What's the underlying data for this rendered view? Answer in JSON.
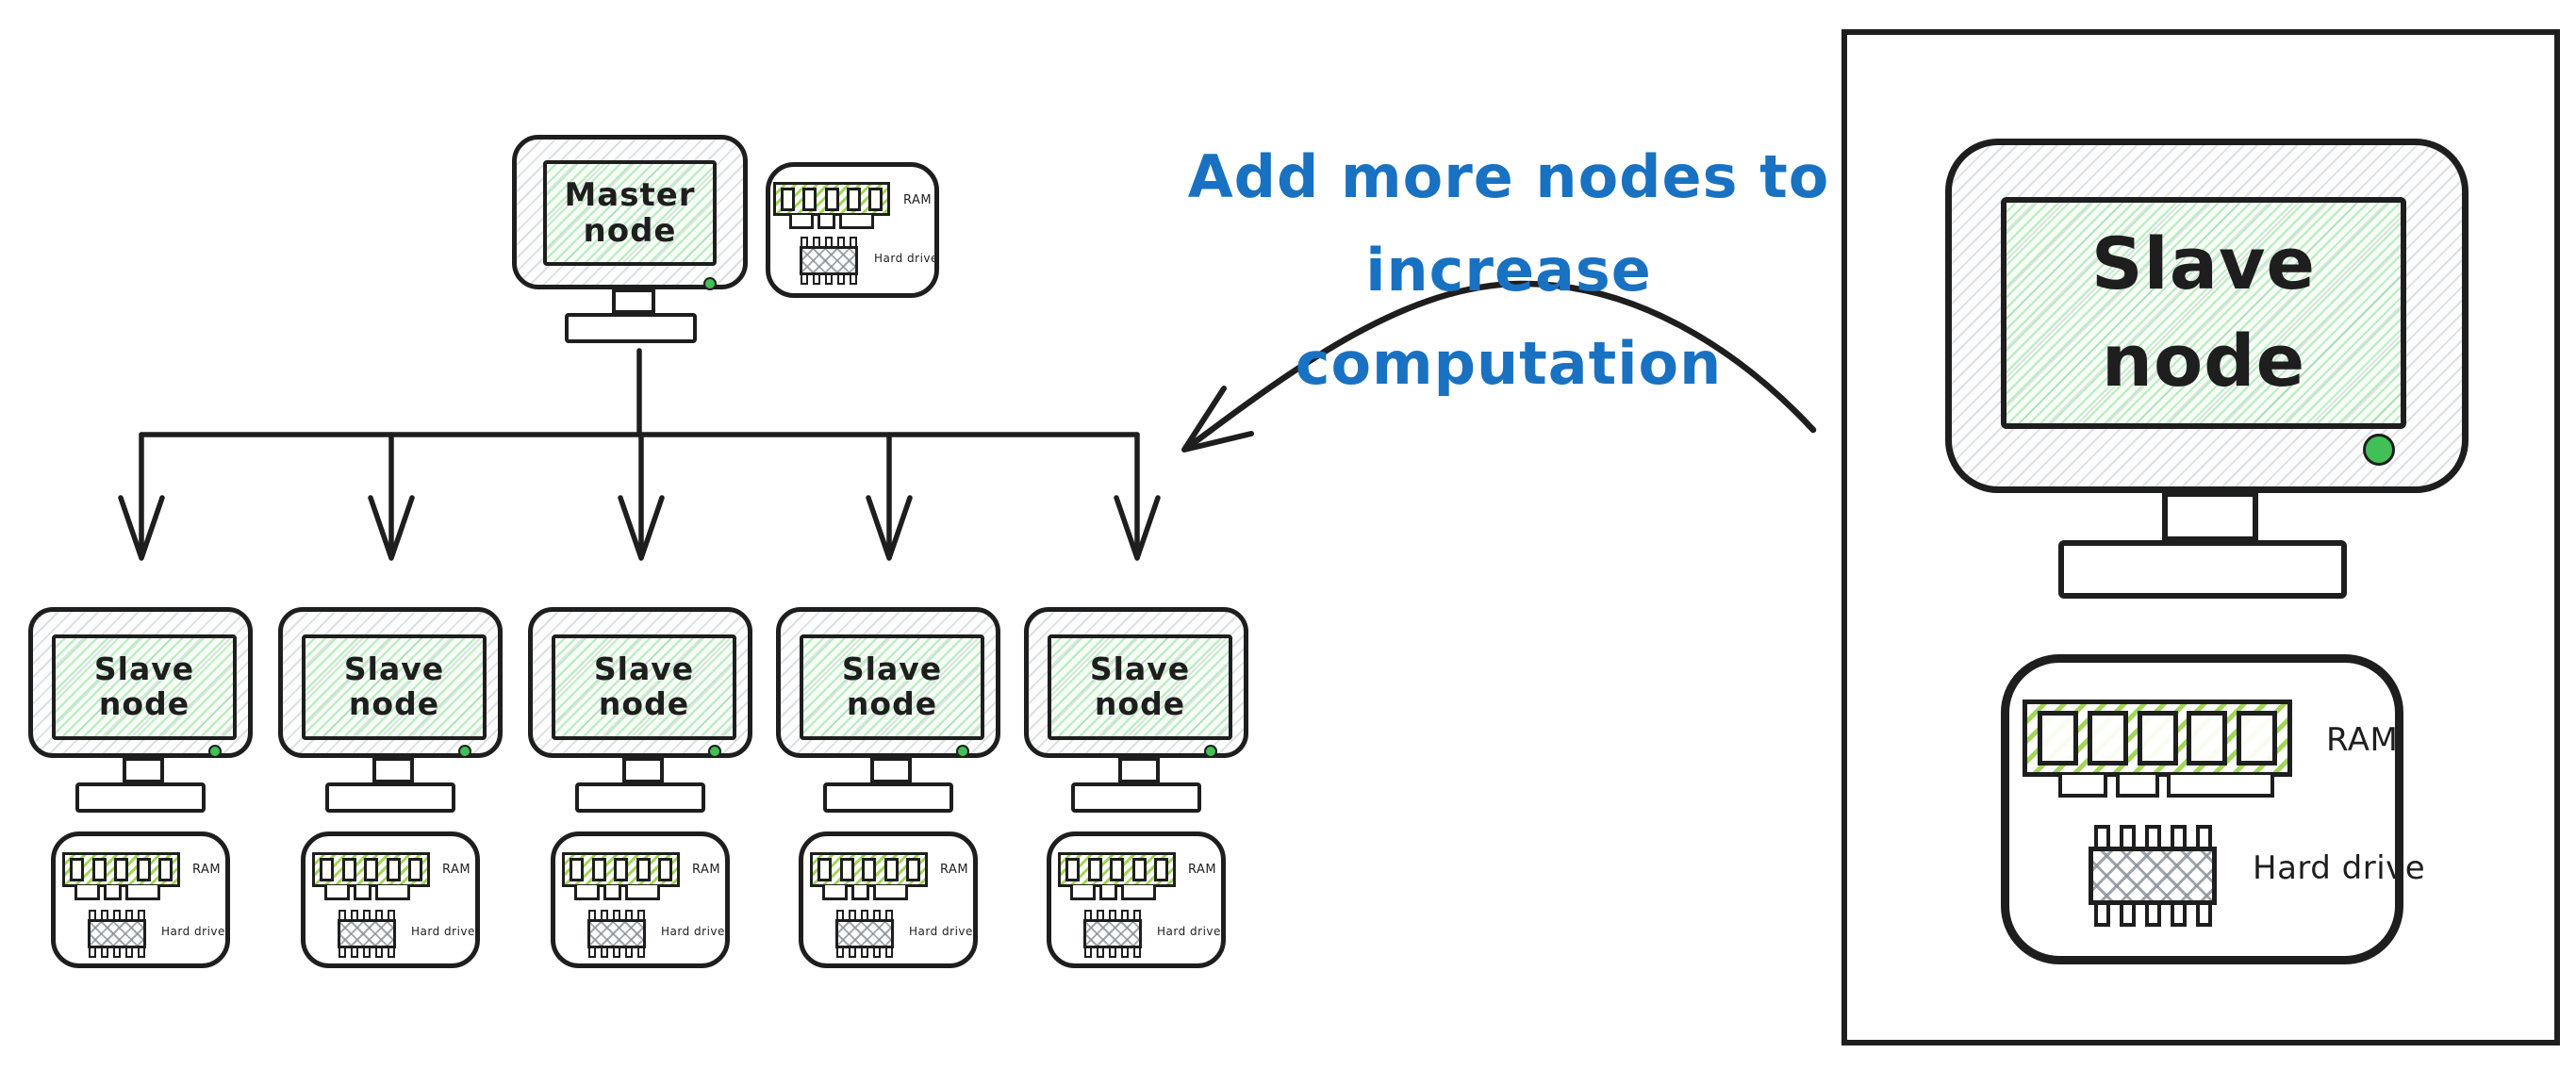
{
  "diagram": {
    "annotation": {
      "line1": "Add more nodes to",
      "line2": "increase computation"
    },
    "master": {
      "label": "Master node",
      "ram_label": "RAM",
      "hard_drive_label": "Hard drive"
    },
    "slaves": [
      {
        "label": "Slave node",
        "ram_label": "RAM",
        "hard_drive_label": "Hard drive"
      },
      {
        "label": "Slave node",
        "ram_label": "RAM",
        "hard_drive_label": "Hard drive"
      },
      {
        "label": "Slave node",
        "ram_label": "RAM",
        "hard_drive_label": "Hard drive"
      },
      {
        "label": "Slave node",
        "ram_label": "RAM",
        "hard_drive_label": "Hard drive"
      },
      {
        "label": "Slave node",
        "ram_label": "RAM",
        "hard_drive_label": "Hard drive"
      }
    ],
    "detail": {
      "label": "Slave node",
      "ram_label": "RAM",
      "hard_drive_label": "Hard drive"
    },
    "colors": {
      "ink": "#1e1e1e",
      "annotation_blue": "#1971c2",
      "led_green": "#40c057",
      "screen_hatch_green": "#69db7c",
      "ram_hatch_green": "#82c91e",
      "body_hatch_gray": "#adb5bd",
      "hdd_lattice_gray": "#868e96"
    }
  }
}
